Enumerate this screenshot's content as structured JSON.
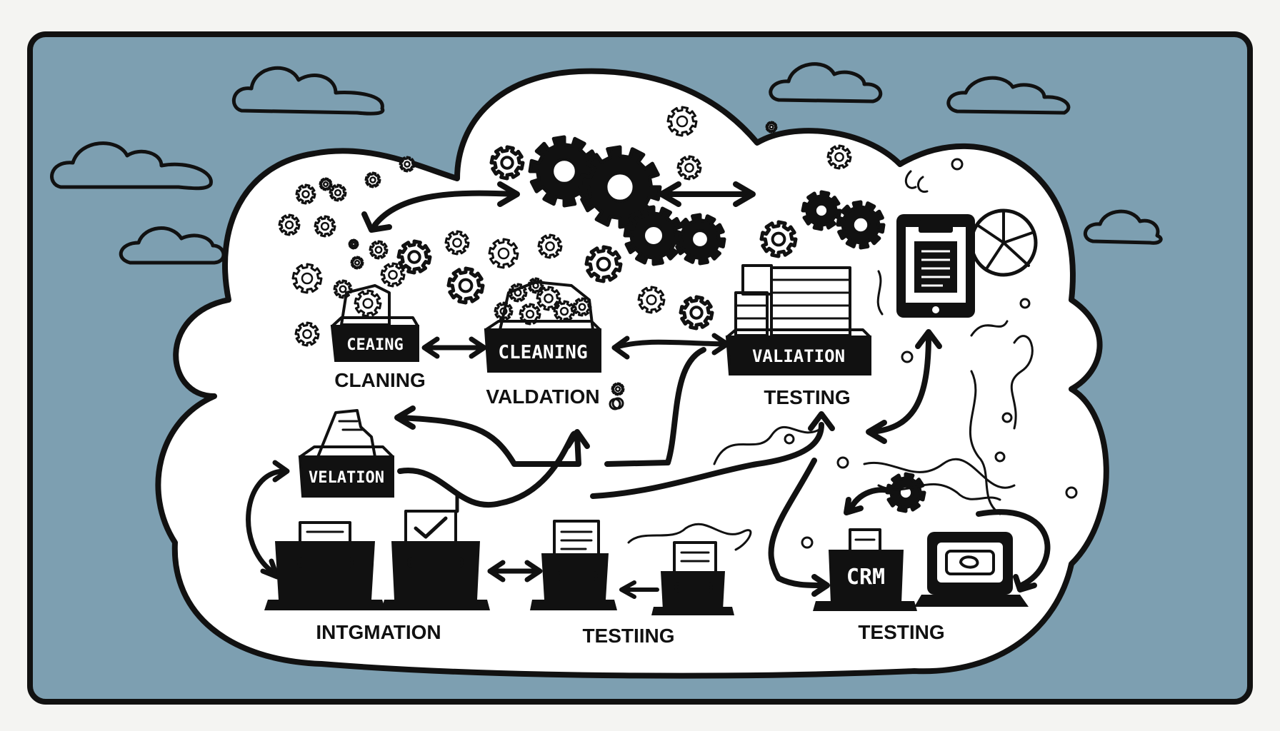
{
  "colors": {
    "sky": "#7d9fb1",
    "cloud_fill": "#ffffff",
    "ink": "#111111",
    "paper": "#ffffff"
  },
  "icons": [
    "gear-icon",
    "cloud-icon",
    "arrow-icon",
    "file-box-icon",
    "tablet-document-icon",
    "pie-chart-icon",
    "crm-box-icon",
    "monitor-icon",
    "coin-stack-icon"
  ],
  "stage_boxes": {
    "box1": "CEAING",
    "box2": "CLEANING",
    "box3": "VALIATION",
    "box4": "VELATION",
    "crm": "CRM"
  },
  "captions": {
    "caption1": "CLANING",
    "caption2": "VALDATION",
    "caption3": "TESTING",
    "caption4": "INTGMATION",
    "caption5": "TESTIING",
    "caption6": "TESTING"
  }
}
